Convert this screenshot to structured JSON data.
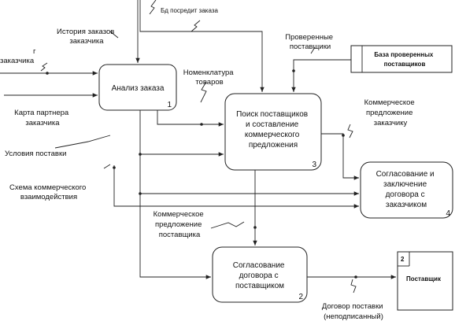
{
  "processes": [
    {
      "name": "Анализ заказа",
      "num": "1"
    },
    {
      "name": [
        "Поиск поставщиков",
        "и составление",
        "коммерческого",
        "предложения"
      ],
      "num": "3"
    },
    {
      "name": [
        "Согласование и",
        "заключение",
        "договора с",
        "заказчиком"
      ],
      "num": "4"
    },
    {
      "name": [
        "Согласование",
        "договора с",
        "поставщиком"
      ],
      "num": "2"
    }
  ],
  "stores": [
    {
      "name": [
        "База проверенных",
        "поставщиков"
      ]
    },
    {
      "num": "2",
      "name": "Поставщик"
    }
  ],
  "labels": {
    "top_edge": "Бд посредит заказа",
    "history": [
      "История заказов",
      "заказчика"
    ],
    "left_top": [
      "г",
      "заказчика"
    ],
    "partner_card": [
      "Карта партнера",
      "заказчика"
    ],
    "delivery_terms": "Условия поставки",
    "scheme": [
      "Схема коммерческого",
      "взаимодействия"
    ],
    "nomenclature": [
      "Номенклатура",
      "товаров"
    ],
    "verified_suppliers": [
      "Проверенные",
      "поставщики"
    ],
    "commercial_offer_client": [
      "Коммерческое",
      "предложение",
      "заказчику"
    ],
    "commercial_offer_supplier": [
      "Коммерческое",
      "предложение",
      "поставщика"
    ],
    "supply_contract": [
      "Договор поставки",
      "(неподписанный)"
    ]
  }
}
